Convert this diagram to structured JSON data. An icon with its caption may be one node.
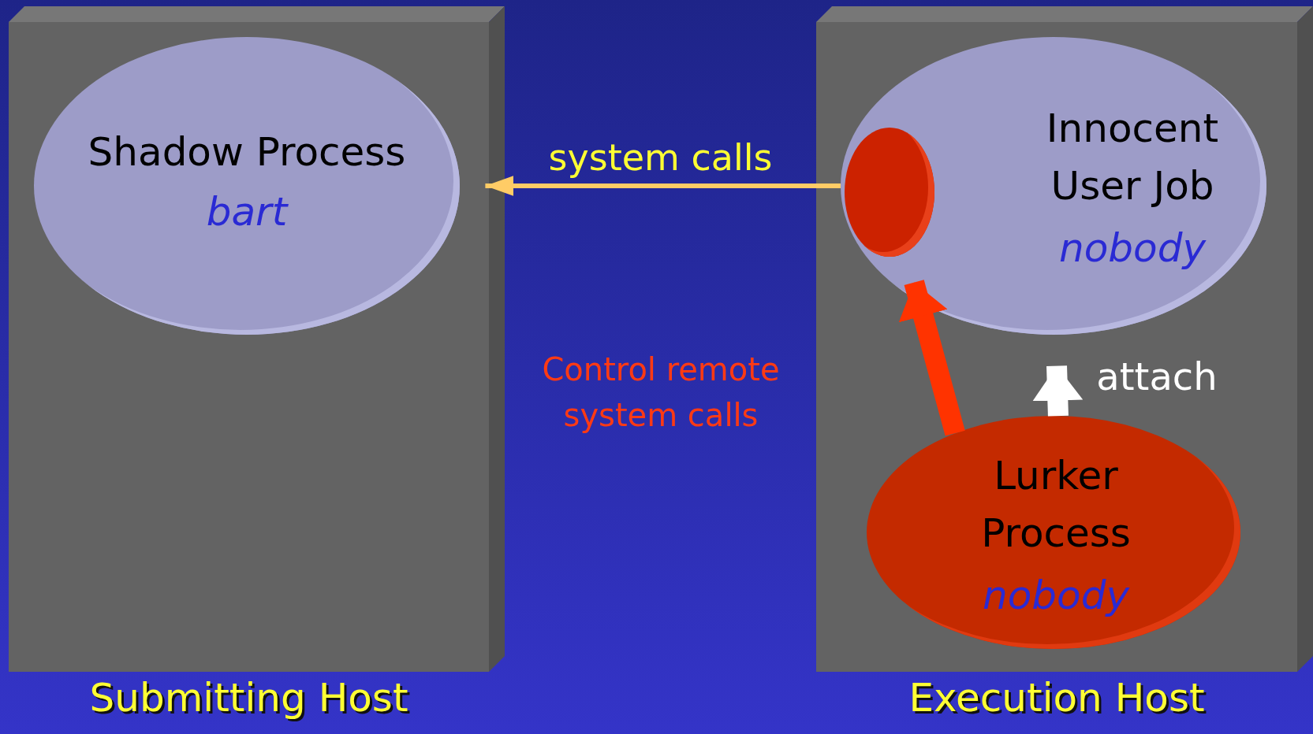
{
  "diagram": {
    "nodes": [
      {
        "text": [
          "Submitting Host"
        ]
      },
      {
        "text": [
          "Shadow Process",
          "bart"
        ],
        "in": 0
      },
      {
        "text": [
          "Execution Host"
        ]
      },
      {
        "text": [
          "Innocent User Job",
          "nobody"
        ],
        "in": 2
      },
      {
        "text": [],
        "shape": "circle",
        "in": 3
      },
      {
        "text": [
          "Lurker Process",
          "nobody"
        ],
        "in": 2
      }
    ],
    "edges": [
      {
        "from": 3,
        "to": 1,
        "arrow": "to",
        "label": "system calls",
        "color": "#ffcc66"
      },
      {
        "from": 5,
        "to": 4,
        "arrow": "to",
        "color": "#ff3300"
      },
      {
        "from": 5,
        "to": 3,
        "arrow": "to",
        "label": "attach",
        "color": "#ffffff"
      }
    ],
    "labels": [
      "Control remote system calls"
    ]
  }
}
